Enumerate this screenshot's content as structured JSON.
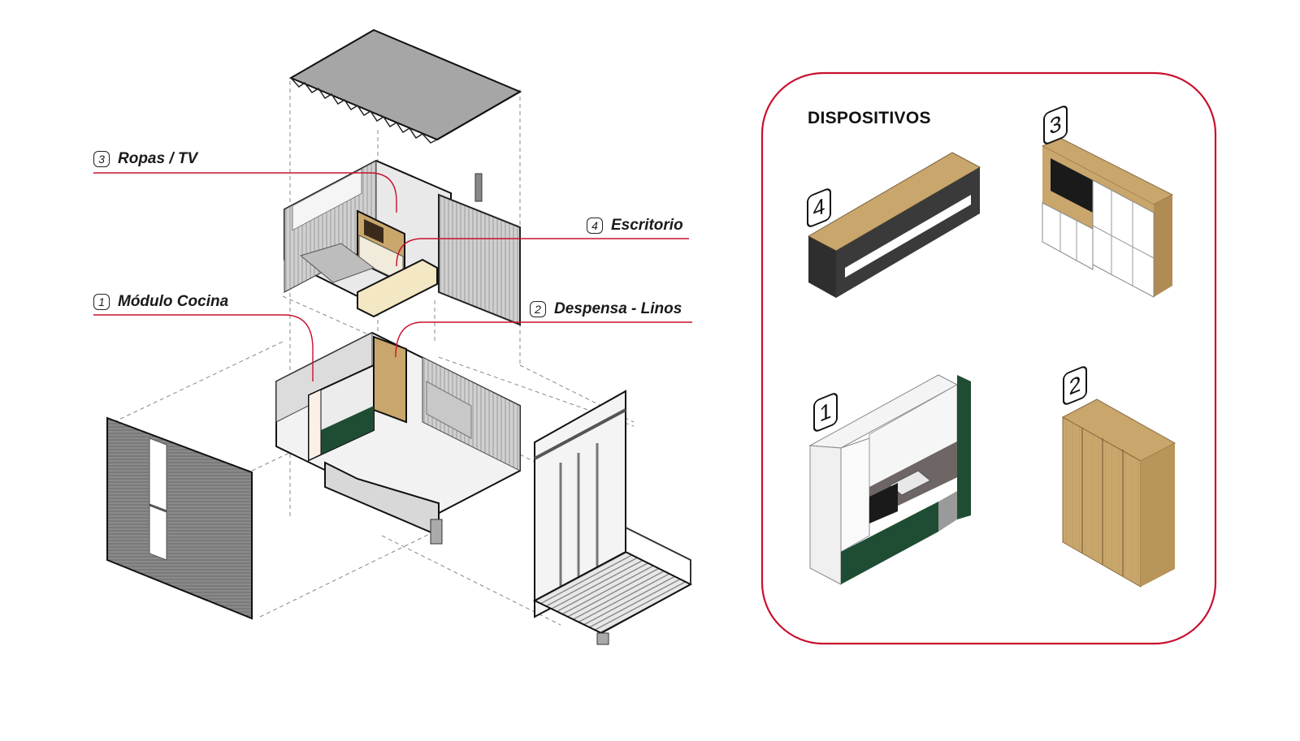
{
  "diagram": {
    "type": "exploded-axonometric",
    "subject": "house module with furniture devices"
  },
  "callouts": [
    {
      "number": "3",
      "label": "Ropas / TV"
    },
    {
      "number": "4",
      "label": "Escritorio"
    },
    {
      "number": "1",
      "label": "Módulo Cocina"
    },
    {
      "number": "2",
      "label": "Despensa - Linos"
    }
  ],
  "panel": {
    "title": "DISPOSITIVOS",
    "items": [
      {
        "number": "4",
        "name": "Escritorio",
        "materials": [
          "wood top",
          "black metal frame"
        ]
      },
      {
        "number": "3",
        "name": "Ropas / TV",
        "materials": [
          "wood frame",
          "white doors",
          "tv screen"
        ]
      },
      {
        "number": "1",
        "name": "Módulo Cocina",
        "materials": [
          "white cabinets",
          "green base",
          "grey countertop"
        ]
      },
      {
        "number": "2",
        "name": "Despensa - Linos",
        "materials": [
          "wood"
        ]
      }
    ]
  },
  "colors": {
    "accent_red": "#c8102e",
    "wood": "#c9a66b",
    "wood_dark": "#a8864e",
    "green": "#1f4d33",
    "metal_dark": "#2e2e2e",
    "grey": "#9a9a9a"
  }
}
